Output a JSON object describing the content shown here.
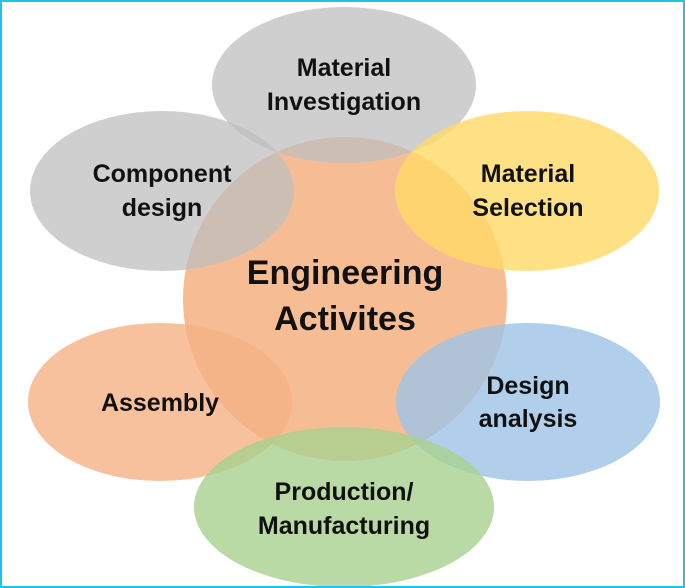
{
  "center": {
    "line1": "Engineering",
    "line2": "Activites",
    "color": "#f4b183"
  },
  "nodes": {
    "material_investigation": {
      "line1": "Material",
      "line2": "Investigation",
      "color": "#bfbfbf"
    },
    "material_selection": {
      "line1": "Material",
      "line2": "Selection",
      "color": "#ffd966"
    },
    "component_design": {
      "line1": "Component",
      "line2": "design",
      "color": "#bfbfbf"
    },
    "design_analysis": {
      "line1": "Design",
      "line2": "analysis",
      "color": "#9dc3e6"
    },
    "assembly": {
      "line1": "Assembly",
      "color": "#f4b183"
    },
    "production": {
      "line1": "Production/",
      "line2": "Manufacturing",
      "color": "#a9d18e"
    }
  }
}
